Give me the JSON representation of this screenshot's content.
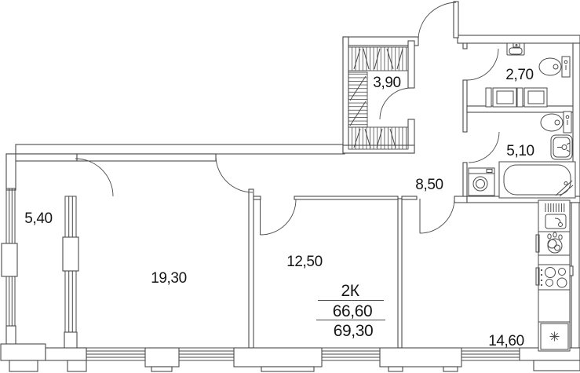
{
  "plan": {
    "apartment": {
      "type": "2К",
      "area_without_balcony": "66,60",
      "area_total": "69,30"
    },
    "rooms": {
      "balcony": "5,40",
      "living_room": "19,30",
      "bedroom": "12,50",
      "hallway": "8,50",
      "wardrobe": "3,90",
      "toilet": "2,70",
      "bathroom": "5,10",
      "kitchen": "14,60"
    },
    "fixtures": [
      "wardrobe-hatch",
      "wc-sink",
      "wc-toilet",
      "laundry-cabinets",
      "bath-toilet",
      "bath-sink",
      "bathtub",
      "washing-machine",
      "kitchen-sink",
      "dish-rack",
      "stove",
      "fridge-snowflake"
    ],
    "colors": {
      "wall_line": "#4a4a4a",
      "text": "#161616",
      "background": "#ffffff"
    }
  }
}
